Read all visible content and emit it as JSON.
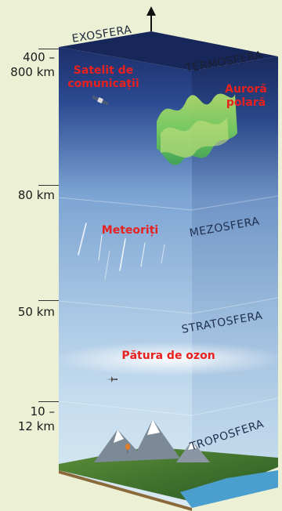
{
  "altitudes": {
    "top": [
      "400 –",
      "800 km"
    ],
    "mesopause": "80 km",
    "stratopause": "50 km",
    "tropopause": [
      "10 –",
      "12 km"
    ]
  },
  "layers": {
    "exosphere": "EXOSFERA",
    "thermosphere": "TERMOSFERA",
    "mesosphere": "MEZOSFERA",
    "stratosphere": "STRATOSFERA",
    "troposphere": "TROPOSFERA"
  },
  "features": {
    "satellite": [
      "Satelit de",
      "comunicații"
    ],
    "aurora": [
      "Auroră",
      "polară"
    ],
    "meteors": "Meteoriți",
    "ozone": "Pătura de ozon"
  },
  "colors": {
    "background": "#ecf0d5",
    "label_red": "#e8201e",
    "sky_top": "#1d2f6a",
    "sky_bottom": "#dcecf3"
  }
}
